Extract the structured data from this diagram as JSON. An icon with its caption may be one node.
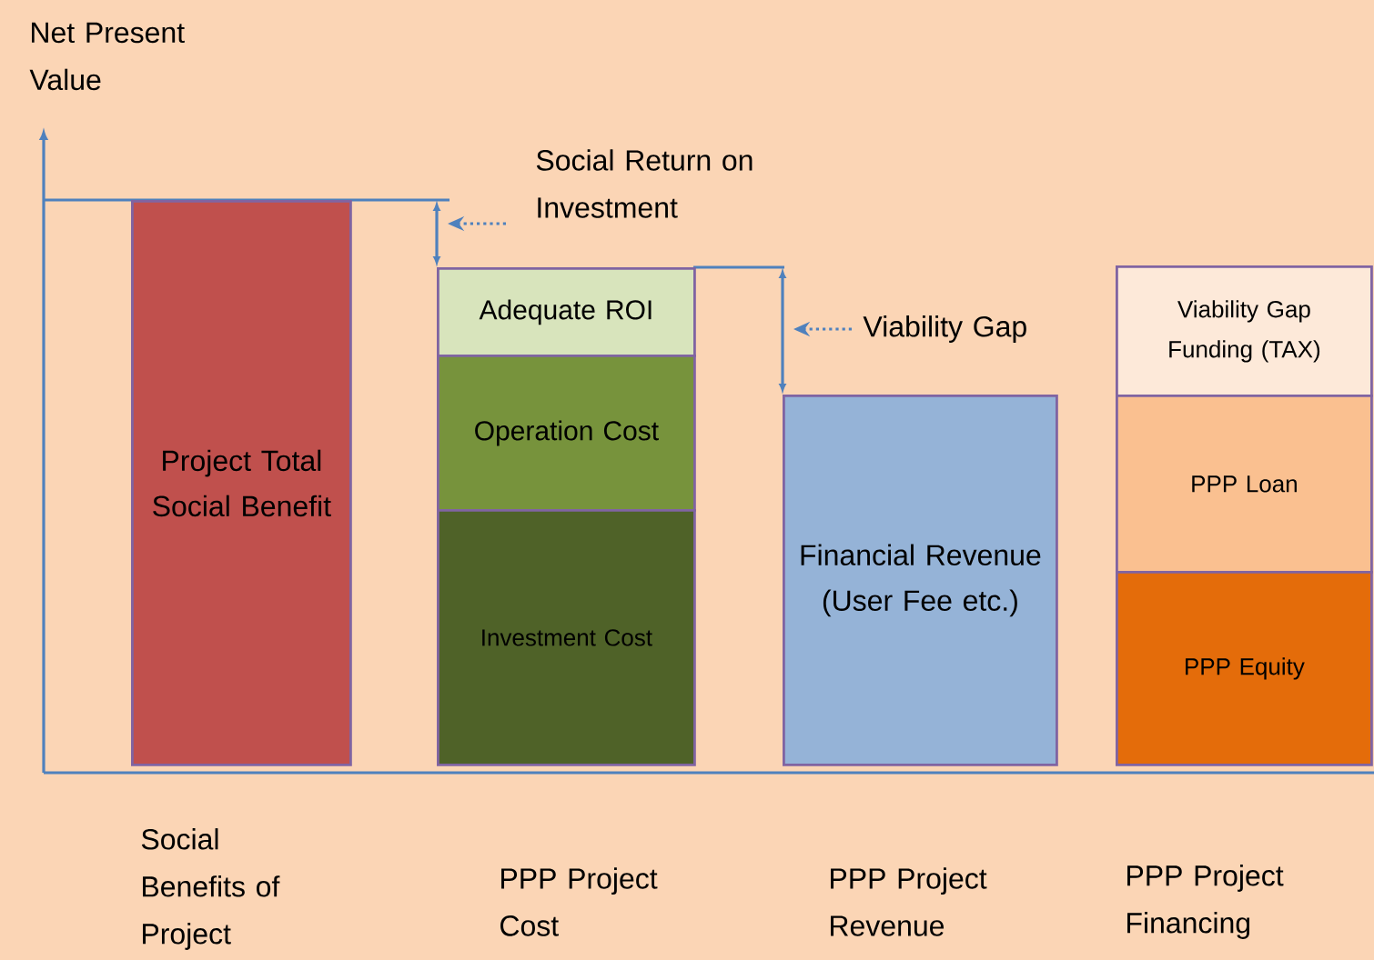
{
  "diagram": {
    "nodes": [
      {
        "text": [
          "Project Total Social Benefit"
        ]
      },
      {
        "text": [
          "Adequate ROI"
        ]
      },
      {
        "text": [
          "Operation Cost"
        ]
      },
      {
        "text": [
          "Investment Cost"
        ]
      },
      {
        "text": [
          "Financial Revenue (User Fee etc.)"
        ]
      },
      {
        "text": [
          "Viability Gap Funding (TAX)"
        ]
      },
      {
        "text": [
          "PPP Loan"
        ]
      },
      {
        "text": [
          "PPP Equity"
        ]
      },
      {
        "text": [
          "Social Return on Investment"
        ]
      },
      {
        "text": [
          "Viability Gap"
        ]
      }
    ],
    "edges": [
      {
        "from": 8,
        "to": null,
        "arrow": "to",
        "style": "dashed"
      },
      {
        "from": 9,
        "to": null,
        "arrow": "to",
        "style": "dashed"
      }
    ],
    "labels": [
      "Net Present Value",
      "Social Benefits of Project",
      "PPP Project Cost",
      "PPP Project Revenue",
      "PPP Project Financing"
    ]
  }
}
